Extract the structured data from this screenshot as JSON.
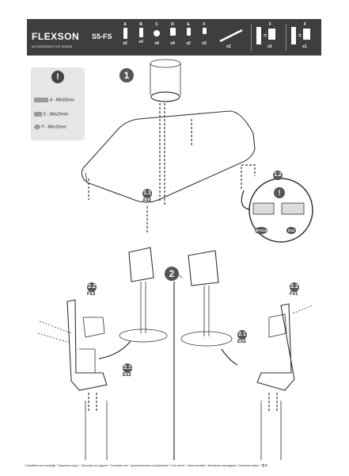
{
  "header": {
    "logo": "FLEXSON",
    "logo_sub": "ACCESSORIES FOR SONOS",
    "model": "S5-FS",
    "parts": [
      {
        "label": "A",
        "qty": "x2"
      },
      {
        "label": "B",
        "qty": "x4"
      },
      {
        "label": "C",
        "qty": "x4"
      },
      {
        "label": "D",
        "qty": "x4"
      },
      {
        "label": "E",
        "qty": "x2"
      },
      {
        "label": "F",
        "qty": "x3"
      },
      {
        "label": "",
        "qty": "x2"
      }
    ],
    "combo1": {
      "eq": "=",
      "label": "F",
      "qty": "x3"
    },
    "combo2": {
      "eq": "=",
      "label": "F",
      "qty": "x1"
    }
  },
  "legend": {
    "warn": "!",
    "a": "A - M6x50mm",
    "e": "E - M6x20mm",
    "f": "F - M5x10mm"
  },
  "steps": {
    "s1": "1",
    "s2": "2",
    "s11": "1.1",
    "s11_qty": "Ax2",
    "s12": "1.2",
    "s12_warn": "!",
    "s12_b": "B+Cx4",
    "s12_d": "Dx4",
    "s22_left": "2.2",
    "s22_left_qty": "Fx3",
    "s21_left": "2.1",
    "s21_left_qty": "Ex2",
    "s22_right": "2.2",
    "s22_right_qty": "Fx1",
    "s21_right": "2.1",
    "s21_right_qty": "Ex2"
  },
  "footer": "* Zadržitelé smí kandidáji * Šparhand rojuju * Tarnickolo se ragúnle * Ta hdodni tmu * Дополнительно отобранный * Ook ventel * Jeked landalin * Bokalezen wymagana * Desadum ladieu * 要求"
}
